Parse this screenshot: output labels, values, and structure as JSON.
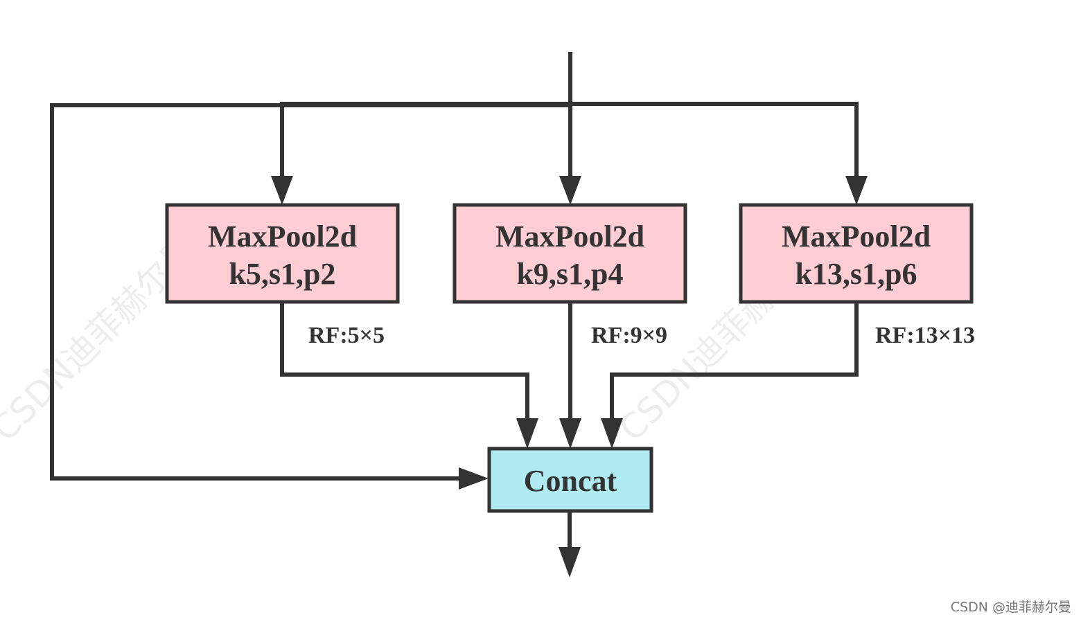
{
  "nodes": {
    "pool5": {
      "line1": "MaxPool2d",
      "line2": "k5,s1,p2"
    },
    "pool9": {
      "line1": "MaxPool2d",
      "line2": "k9,s1,p4"
    },
    "pool13": {
      "line1": "MaxPool2d",
      "line2": "k13,s1,p6"
    },
    "concat": {
      "label": "Concat"
    }
  },
  "receptive_fields": {
    "rf5": "RF:5×5",
    "rf9": "RF:9×9",
    "rf13": "RF:13×13"
  },
  "watermark": {
    "text": "CSDN迪菲赫尔曼",
    "credit": "CSDN @迪菲赫尔曼"
  },
  "colors": {
    "pool_fill": "#ffcdd4",
    "concat_fill": "#b1ebf2",
    "stroke": "#333333"
  }
}
